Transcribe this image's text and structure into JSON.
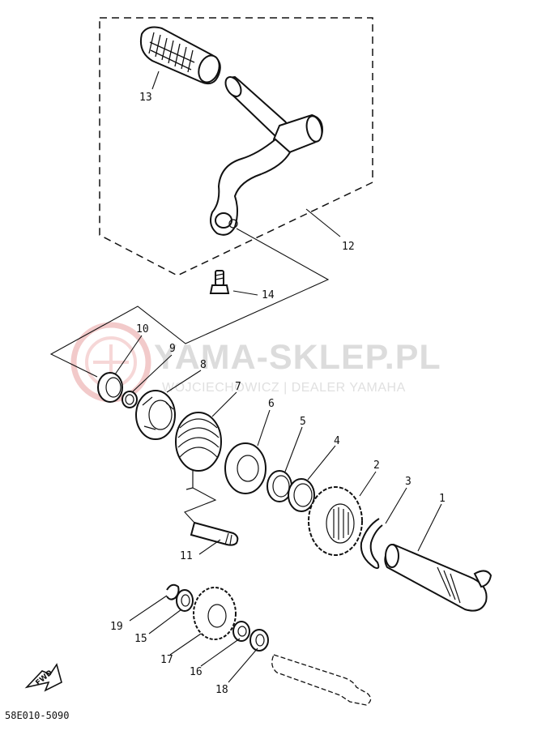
{
  "watermark": {
    "brand": "YAMA-SKLEP.PL",
    "dealer": "WOJCIECHOWICZ | DEALER YAMAHA",
    "logo": "yamaha-tuning-fork-logo",
    "color": "#e8a0a0"
  },
  "callouts": {
    "p1": "1",
    "p2": "2",
    "p3": "3",
    "p4": "4",
    "p5": "5",
    "p6": "6",
    "p7": "7",
    "p8": "8",
    "p9": "9",
    "p10": "10",
    "p11": "11",
    "p12": "12",
    "p13": "13",
    "p14": "14",
    "p15": "15",
    "p16": "16",
    "p17": "17",
    "p18": "18",
    "p19": "19"
  },
  "fwd_label": "FWD",
  "diagram_code": "58E010-5090"
}
